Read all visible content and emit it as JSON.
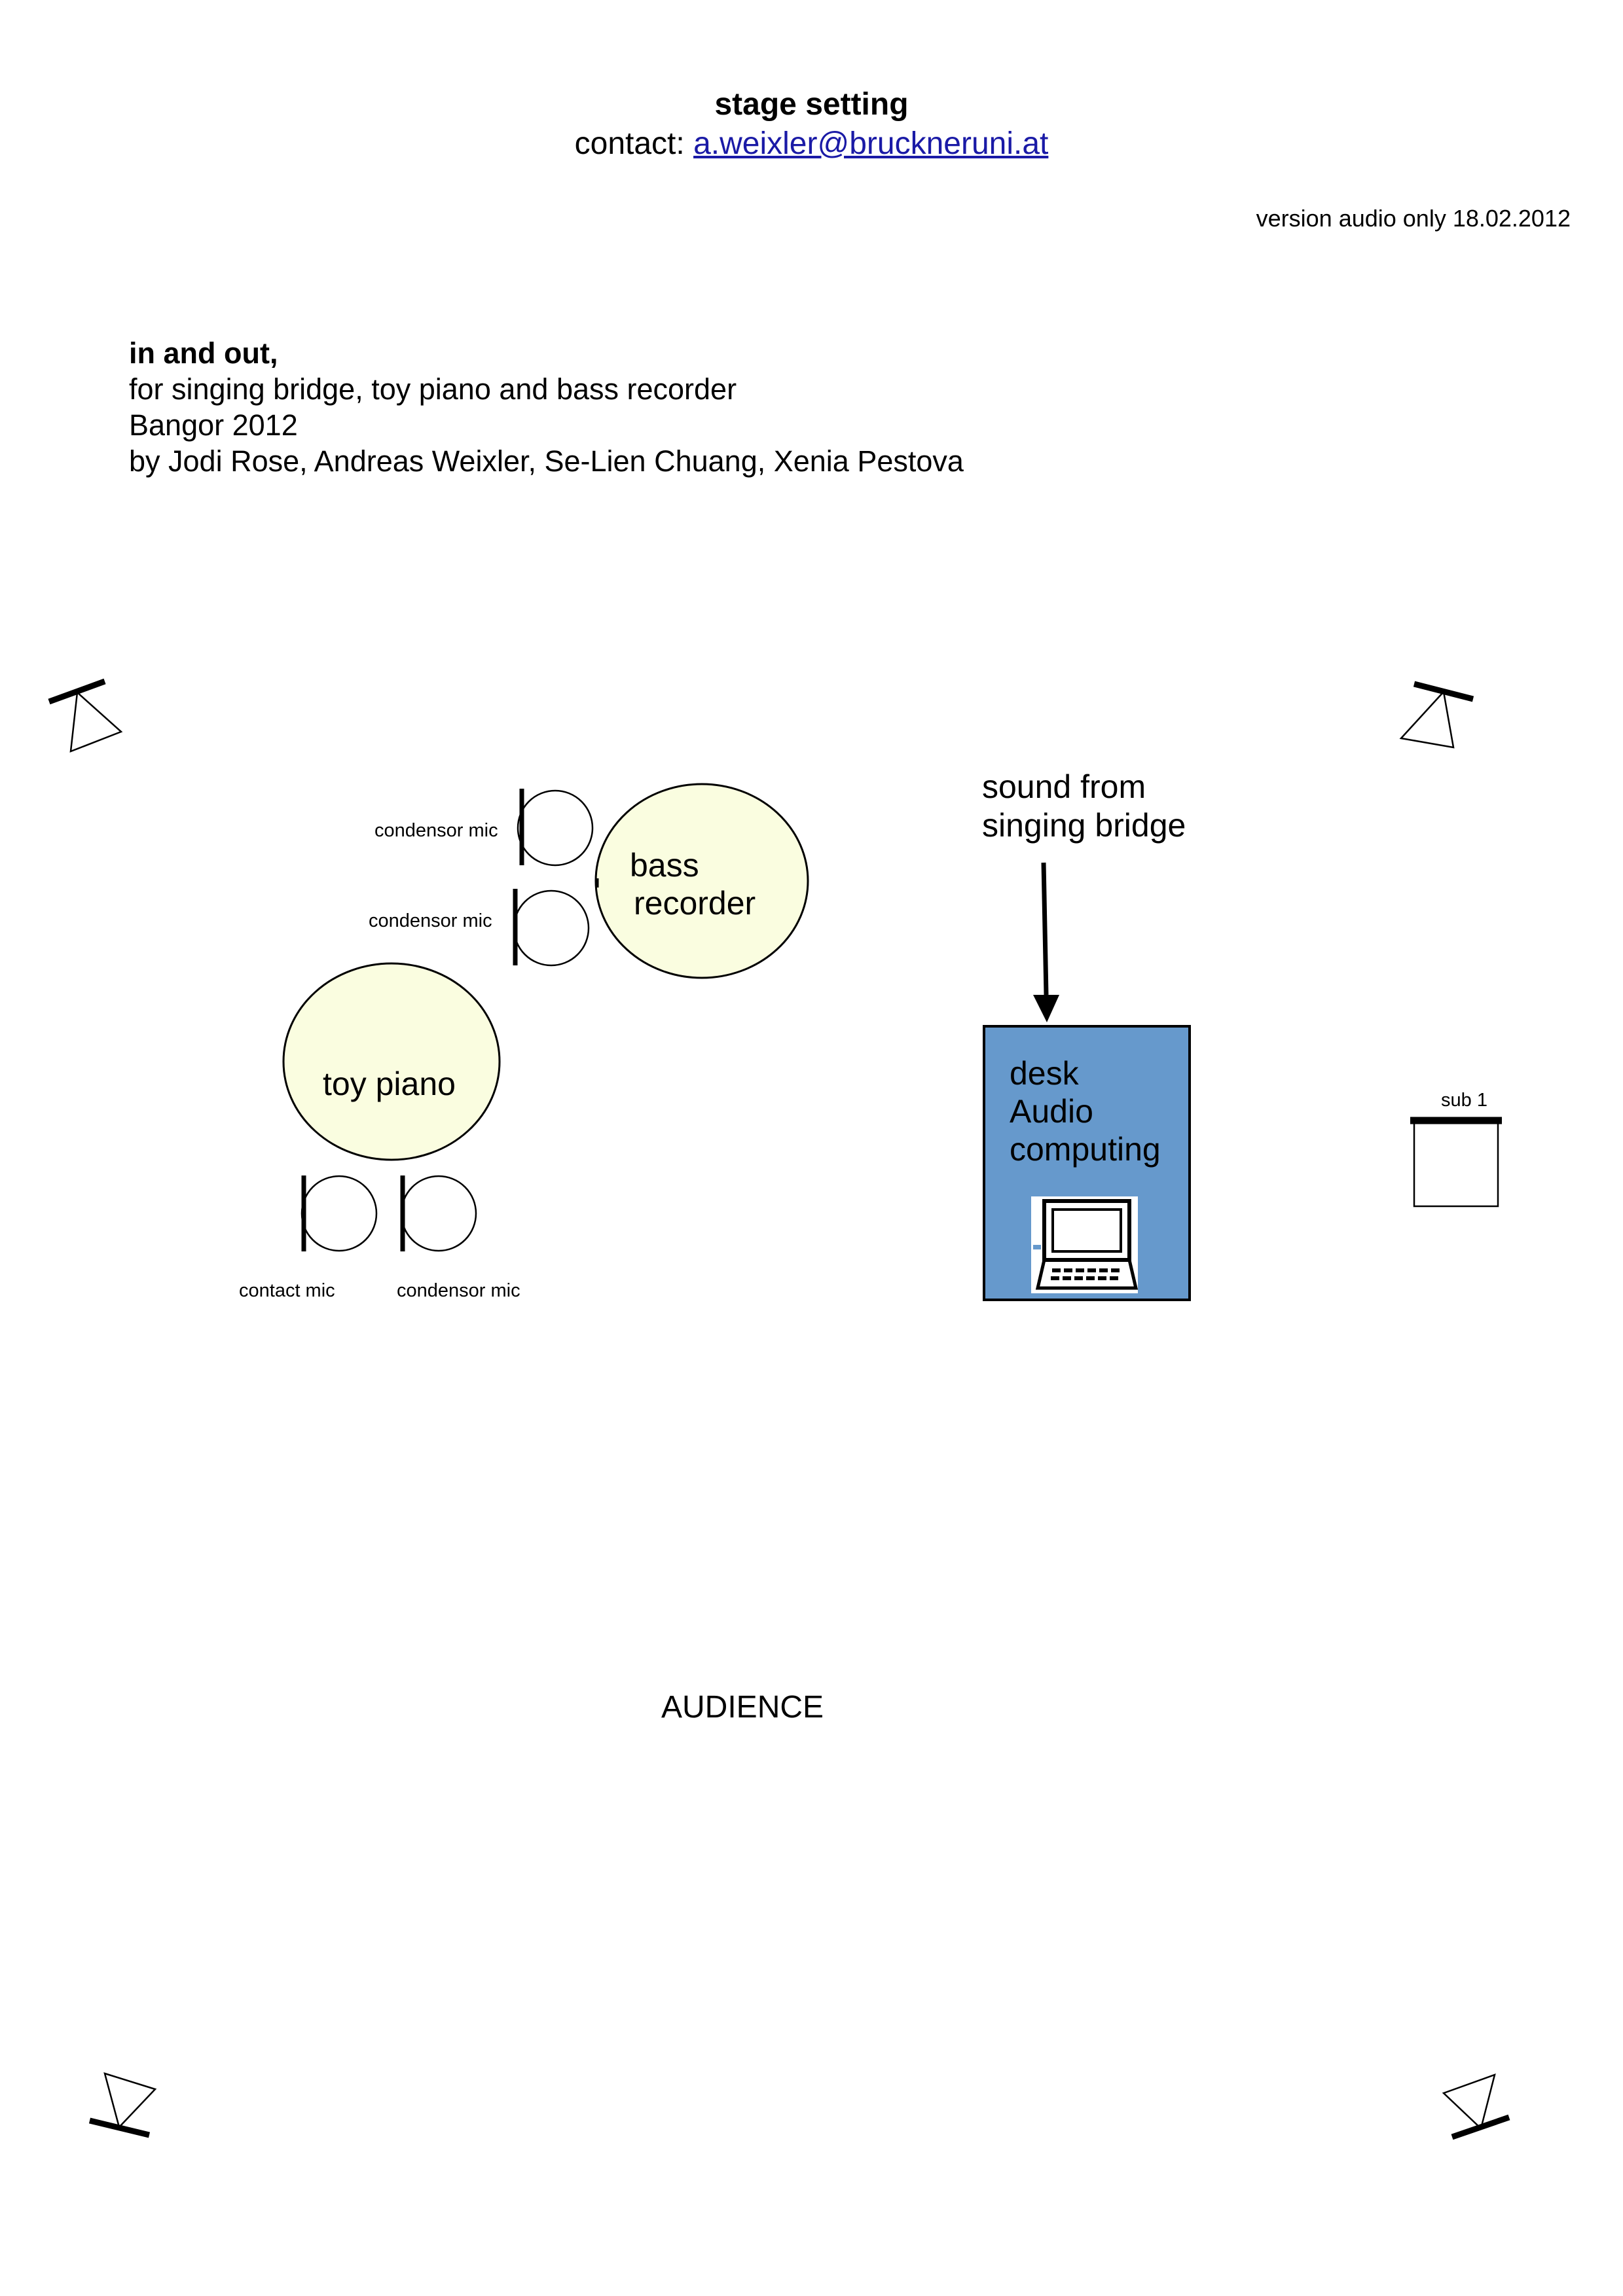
{
  "header": {
    "title": "stage setting",
    "contact_label": "contact:",
    "contact_email": "a.weixler@bruckneruni.at",
    "version": "version audio only 18.02.2012"
  },
  "piece": {
    "title": "in and out,",
    "instrumentation": "for singing bridge, toy piano and bass recorder",
    "place_year": "Bangor 2012",
    "authors": "by Jodi Rose, Andreas Weixler, Se-Lien Chuang, Xenia Pestova"
  },
  "instruments": {
    "bass_recorder_line1": "bass",
    "bass_recorder_line2": "recorder",
    "toy_piano": "toy piano",
    "fill_color": "#fafde0"
  },
  "mics": {
    "recorder_mic_1": "condensor mic",
    "recorder_mic_2": "condensor mic",
    "piano_mic_left": "contact mic",
    "piano_mic_right": "condensor mic"
  },
  "bridge": {
    "line1": "sound from",
    "line2": "singing bridge"
  },
  "desk": {
    "line1": "desk",
    "line2": "Audio",
    "line3": "computing",
    "fill_color": "#6699cc",
    "icon": "laptop-icon"
  },
  "sub": {
    "label": "sub 1"
  },
  "speakers": {
    "icon": "speaker-icon",
    "count": 4
  },
  "audience": "AUDIENCE"
}
